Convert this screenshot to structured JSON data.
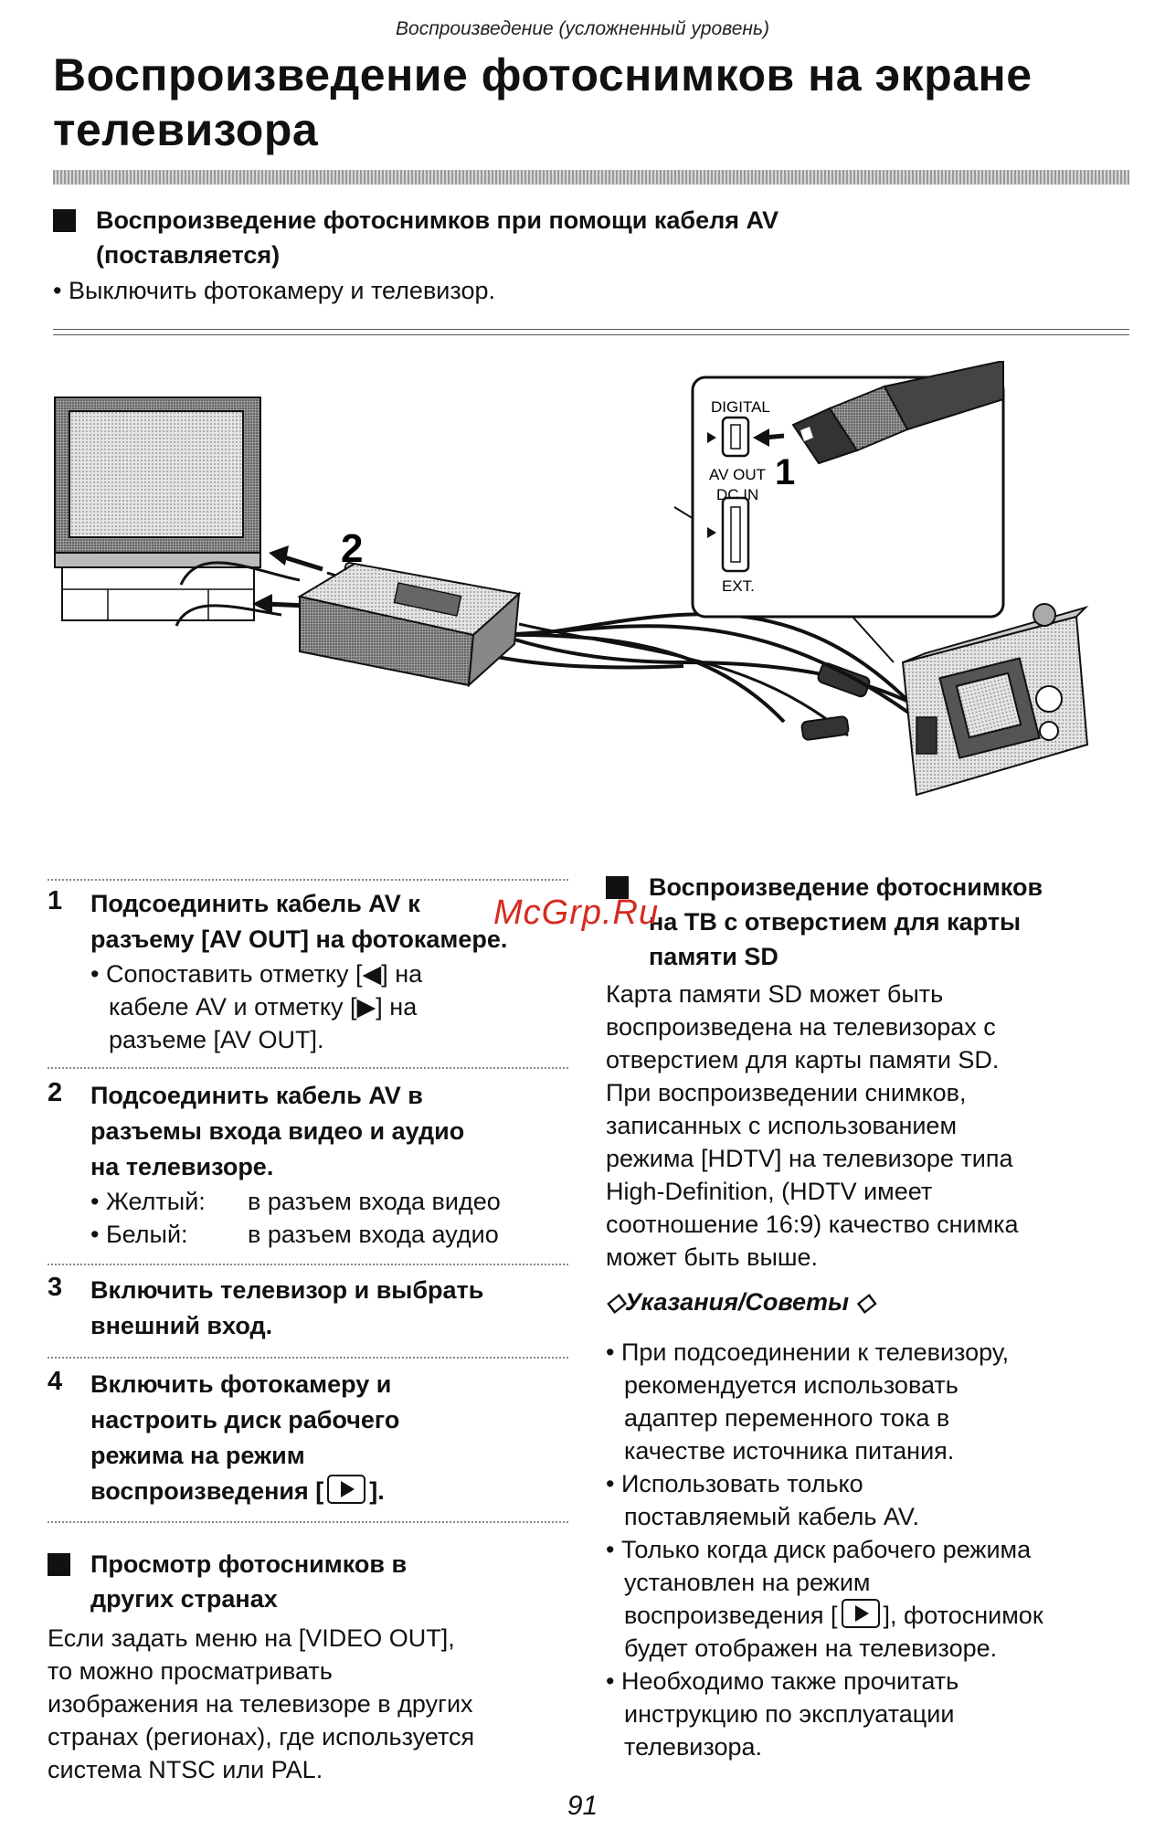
{
  "running_head": "Воспроизведение (усложненный уровень)",
  "title_line1": "Воспроизведение фотоснимков на экране",
  "title_line2": "телевизора",
  "section_av": {
    "line1": "Воспроизведение фотоснимков при помощи кабеля AV",
    "line2": "(поставляется)",
    "bullet": "• Выключить фотокамеру и телевизор."
  },
  "diagram": {
    "label_digital": "DIGITAL",
    "label_av_out": "AV OUT",
    "label_dc_in": "DC IN",
    "label_ext": "EXT.",
    "callout_1": "1",
    "callout_2": "2"
  },
  "steps": [
    {
      "num": "1",
      "head1": "Подсоединить кабель AV к",
      "head2": "разъему [AV OUT] на фотокамере.",
      "b1": "• Сопоставить отметку [◀] на",
      "b2": "кабеле AV и отметку [▶] на",
      "b3": "разъеме [AV OUT]."
    },
    {
      "num": "2",
      "head1": "Подсоединить кабель AV в",
      "head2": "разъемы входа видео и аудио",
      "head3": "на телевизоре.",
      "r1k": "• Желтый:",
      "r1v": "в разъем входа видео",
      "r2k": "• Белый:",
      "r2v": "в разъем входа аудио"
    },
    {
      "num": "3",
      "head1": "Включить телевизор и выбрать",
      "head2": "внешний вход."
    },
    {
      "num": "4",
      "head1": "Включить фотокамеру и",
      "head2": "настроить диск рабочего",
      "head3": "режима на режим",
      "head4_pre": "воспроизведения [",
      "head4_post": "]."
    }
  ],
  "section_abroad": {
    "line1": "Просмотр фотоснимков в",
    "line2": "других странах",
    "body": [
      "Если задать меню на [VIDEO OUT],",
      "то можно просматривать",
      "изображения на телевизоре в других",
      "странах (регионах), где используется",
      "система NTSC или PAL."
    ]
  },
  "section_sd": {
    "line1": "Воспроизведение фотоснимков",
    "line2": "на ТВ с отверстием для карты",
    "line3": "памяти SD",
    "body": [
      "Карта памяти SD может быть",
      "воспроизведена на телевизорах с",
      "отверстием для карты памяти SD.",
      "При воспроизведении снимков,",
      "записанных с использованием",
      "режима [HDTV] на телевизоре типа",
      "High-Definition, (HDTV имеет",
      "соотношение 16:9) качество снимка",
      "может быть выше."
    ]
  },
  "tips": {
    "head": "◇Указания/Советы ◇",
    "t1": [
      "• При подсоединении к телевизору,",
      "рекомендуется использовать",
      "адаптер переменного тока в",
      "качестве источника питания."
    ],
    "t2": [
      "• Использовать только",
      "поставляемый кабель AV."
    ],
    "t3a": [
      "• Только когда диск рабочего режима",
      "установлен на режим"
    ],
    "t3b_pre": "воспроизведения [",
    "t3b_post": "], фотоснимок",
    "t3c": "будет отображен на телевизоре.",
    "t4": [
      "• Необходимо также прочитать",
      "инструкцию по эксплуатации",
      "телевизора."
    ]
  },
  "watermark": "McGrp.Ru",
  "page_number": "91"
}
